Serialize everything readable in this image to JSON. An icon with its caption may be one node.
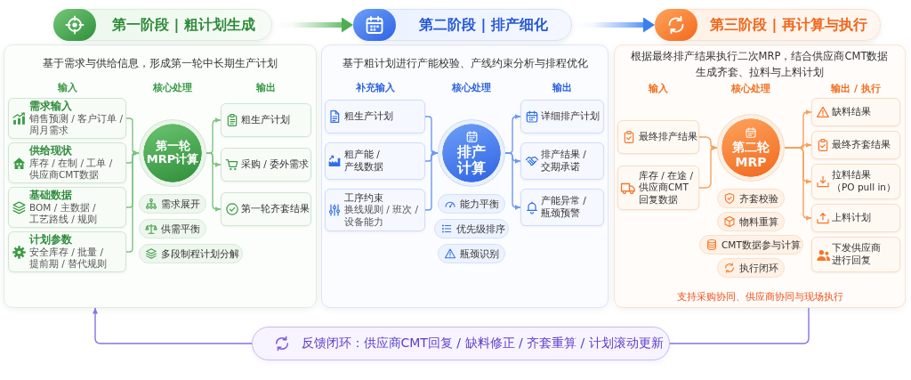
{
  "diagram": {
    "nodes": [
      {
        "text": [
          "第一阶段 | 粗计划生成"
        ]
      },
      {
        "text": [
          "基于需求与供给信息，形成第一轮中长期生产计划",
          "输入",
          "核心处理",
          "输出"
        ]
      },
      {
        "text": [
          "需求输入",
          "销售预测 / 客户订单 / 周月需求"
        ],
        "in": 1
      },
      {
        "text": [
          "供给现状",
          "库存 / 在制 / 工单 / 供应商CMT数据"
        ],
        "in": 1
      },
      {
        "text": [
          "基础数据",
          "BOM / 主数据 / 工艺路线 / 规则"
        ],
        "in": 1
      },
      {
        "text": [
          "计划参数",
          "安全库存 / 批量 / 提前期 / 替代规则"
        ],
        "in": 1
      },
      {
        "text": [
          "第一轮MRP计算"
        ],
        "in": 1
      },
      {
        "text": [
          "需求展开"
        ],
        "in": 1
      },
      {
        "text": [
          "供需平衡"
        ],
        "in": 1
      },
      {
        "text": [
          "多段制程计划分解"
        ],
        "in": 1
      },
      {
        "text": [
          "粗生产计划"
        ],
        "in": 1
      },
      {
        "text": [
          "采购 / 委外需求"
        ],
        "in": 1
      },
      {
        "text": [
          "第一轮齐套结果"
        ],
        "in": 1
      },
      {
        "text": [
          "第二阶段 | 排产细化"
        ]
      },
      {
        "text": [
          "基于粗计划进行产能校验、产线约束分析与排程优化",
          "补充输入",
          "核心处理",
          "输出"
        ]
      },
      {
        "text": [
          "粗生产计划"
        ],
        "in": 14
      },
      {
        "text": [
          "粗产能 / 产线数据"
        ],
        "in": 14
      },
      {
        "text": [
          "工序约束",
          "换线规则 / 班次 / 设备能力"
        ],
        "in": 14
      },
      {
        "text": [
          "排产计算"
        ],
        "in": 14
      },
      {
        "text": [
          "能力平衡"
        ],
        "in": 14
      },
      {
        "text": [
          "优先级排序"
        ],
        "in": 14
      },
      {
        "text": [
          "瓶颈识别"
        ],
        "in": 14
      },
      {
        "text": [
          "详细排产计划"
        ],
        "in": 14
      },
      {
        "text": [
          "排产结果 / 交期承诺"
        ],
        "in": 14
      },
      {
        "text": [
          "产能异常 / 瓶颈预警"
        ],
        "in": 14
      },
      {
        "text": [
          "第三阶段 | 再计算与执行"
        ]
      },
      {
        "text": [
          "根据最终排产结果执行二次MRP，结合供应商CMT数据生成齐套、拉料与上料计划",
          "输入",
          "核心处理",
          "输出 / 执行",
          "支持采购协同、供应商协同与现场执行"
        ]
      },
      {
        "text": [
          "最终排产结果"
        ],
        "in": 26
      },
      {
        "text": [
          "库存 / 在途 / 供应商CMT回复数据"
        ],
        "in": 26
      },
      {
        "text": [
          "第二轮MRP"
        ],
        "in": 26
      },
      {
        "text": [
          "齐套校验"
        ],
        "in": 26
      },
      {
        "text": [
          "物料重算"
        ],
        "in": 26
      },
      {
        "text": [
          "CMT数据参与计算"
        ],
        "in": 26
      },
      {
        "text": [
          "执行闭环"
        ],
        "in": 26
      },
      {
        "text": [
          "缺料结果"
        ],
        "in": 26
      },
      {
        "text": [
          "最终齐套结果"
        ],
        "in": 26
      },
      {
        "text": [
          "拉料结果",
          "（PO pull in）"
        ],
        "in": 26
      },
      {
        "text": [
          "上料计划"
        ],
        "in": 26
      },
      {
        "text": [
          "下发供应商进行回复"
        ],
        "in": 26
      },
      {
        "text": [
          "反馈闭环：供应商CMT回复 / 缺料修正 / 齐套重算 / 计划滚动更新"
        ]
      }
    ],
    "edges": [
      {
        "from": 0,
        "to": 13,
        "arrow": "to",
        "style": "thick",
        "color": "#4caf50"
      },
      {
        "from": 13,
        "to": 25,
        "arrow": "to",
        "style": "thick",
        "color": "#3b7ff0"
      },
      {
        "from": 2,
        "to": 6,
        "arrow": "to",
        "color": "#7cc47f"
      },
      {
        "from": 3,
        "to": 6,
        "arrow": "to",
        "color": "#7cc47f"
      },
      {
        "from": 4,
        "to": 6,
        "arrow": "to",
        "color": "#7cc47f"
      },
      {
        "from": 5,
        "to": 6,
        "arrow": "to",
        "color": "#7cc47f"
      },
      {
        "from": 6,
        "to": 10,
        "arrow": "to",
        "color": "#7cc47f"
      },
      {
        "from": 6,
        "to": 11,
        "arrow": "to",
        "color": "#7cc47f"
      },
      {
        "from": 6,
        "to": 12,
        "arrow": "to",
        "color": "#7cc47f"
      },
      {
        "from": 15,
        "to": 18,
        "arrow": "to",
        "color": "#6b98f2"
      },
      {
        "from": 16,
        "to": 18,
        "arrow": "to",
        "color": "#6b98f2"
      },
      {
        "from": 17,
        "to": 18,
        "arrow": "to",
        "color": "#6b98f2"
      },
      {
        "from": 18,
        "to": 22,
        "arrow": "to",
        "color": "#6b98f2"
      },
      {
        "from": 18,
        "to": 23,
        "arrow": "to",
        "color": "#6b98f2"
      },
      {
        "from": 18,
        "to": 24,
        "arrow": "to",
        "color": "#6b98f2"
      },
      {
        "from": 27,
        "to": 29,
        "arrow": "to",
        "color": "#f5a15d"
      },
      {
        "from": 28,
        "to": 29,
        "arrow": "to",
        "color": "#f5a15d"
      },
      {
        "from": 29,
        "to": 34,
        "arrow": "to",
        "color": "#f5a15d"
      },
      {
        "from": 29,
        "to": 35,
        "arrow": "to",
        "color": "#f5a15d"
      },
      {
        "from": 29,
        "to": 36,
        "arrow": "to",
        "color": "#f5a15d"
      },
      {
        "from": 29,
        "to": 37,
        "arrow": "to",
        "color": "#f5a15d"
      },
      {
        "from": 26,
        "to": 39,
        "arrow": "none",
        "color": "#8b72e4"
      },
      {
        "from": 39,
        "to": 1,
        "arrow": "to",
        "color": "#8b72e4"
      }
    ]
  }
}
